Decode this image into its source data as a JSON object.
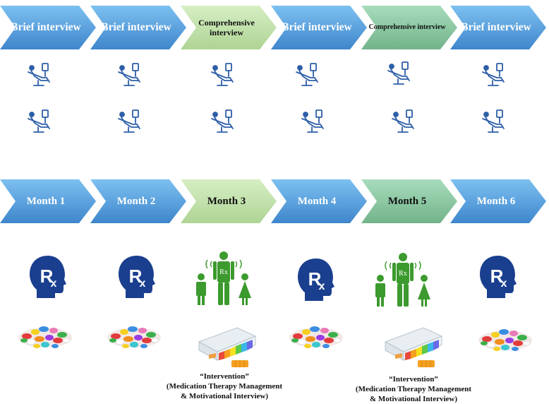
{
  "colors": {
    "blue_chevron": "#4a8fd0",
    "blue_chevron_light": "#6ab0e8",
    "green_chevron": "#b9dca0",
    "green_chevron_dark": "#88c6a0",
    "rx_head": "#1b3f8f",
    "team_green": "#3c9a2e",
    "chair_blue": "#2d5ea8"
  },
  "top_row": [
    {
      "label": "Brief interview",
      "style": "blue"
    },
    {
      "label": "Brief interview",
      "style": "blue"
    },
    {
      "label": "Comprehensive interview",
      "style": "green-light"
    },
    {
      "label": "Brief interview",
      "style": "blue"
    },
    {
      "label": "Comprehensive interview",
      "style": "green-dark"
    },
    {
      "label": "Brief interview",
      "style": "blue"
    }
  ],
  "bottom_row": [
    {
      "label": "Month 1",
      "style": "blue"
    },
    {
      "label": "Month 2",
      "style": "blue"
    },
    {
      "label": "Month 3",
      "style": "green-light"
    },
    {
      "label": "Month 4",
      "style": "blue"
    },
    {
      "label": "Month 5",
      "style": "green-dark"
    },
    {
      "label": "Month 6",
      "style": "blue"
    }
  ],
  "rx_text": "Rx",
  "interventions": [
    {
      "title": "“Intervention”",
      "line2": "(Medication Therapy Management",
      "line3": "& Motivational Interview)"
    },
    {
      "title": "“Intervention”",
      "line2": "(Medication Therapy Management",
      "line3": "& Motivational Interview)"
    }
  ]
}
